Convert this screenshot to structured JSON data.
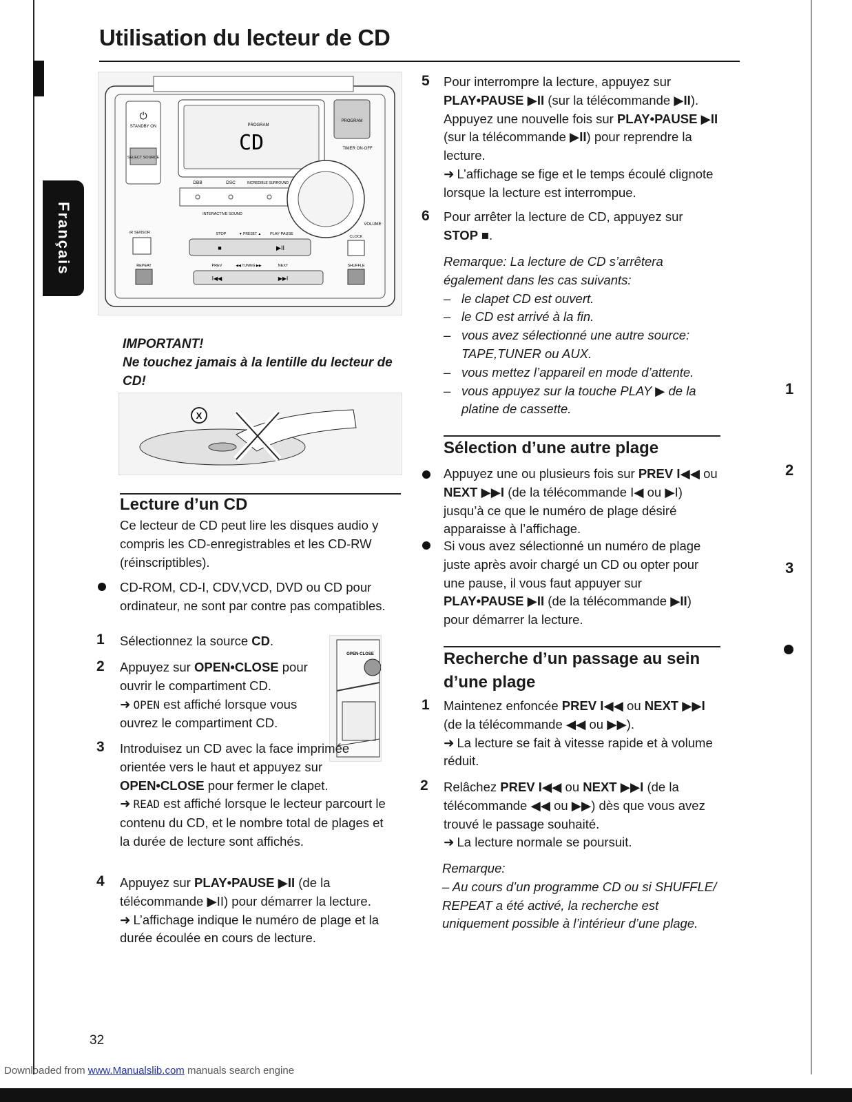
{
  "page": {
    "title": "Utilisation du lecteur de CD",
    "language_tab": "Français",
    "page_number": "32",
    "footer": {
      "prefix": "Downloaded from ",
      "link": "www.Manualslib.com",
      "suffix": " manuals search engine"
    }
  },
  "device_figure": {
    "labels": {
      "standby": "STANDBY ON",
      "select_source": "SELECT SOURCE",
      "program": "PROGRAM",
      "timer": "TIMER ON·OFF",
      "display_text": "CD",
      "dbb": "DBB",
      "dsc": "DSC",
      "incredible": "INCREDIBLE SURROUND",
      "interactive": "INTERACTIVE SOUND",
      "volume": "VOLUME",
      "ir_sensor": "iR SENSOR",
      "stop": "STOP",
      "preset": "▼ PRESET ▲",
      "play_pause": "PLAY·PAUSE",
      "clock": "CLOCK",
      "repeat": "REPEAT",
      "prev": "PREV",
      "tuning": "◀◀ TUNING ▶▶",
      "next": "NEXT",
      "shuffle": "SHUFFLE"
    }
  },
  "important": {
    "heading": "IMPORTANT!",
    "text": "Ne touchez jamais à la lentille du lecteur de CD!"
  },
  "open_close_label": "OPEN·CLOSE",
  "lecture": {
    "title": "Lecture d’un CD",
    "intro": "Ce lecteur de CD peut lire les disques audio y compris les CD-enregistrables et les CD-RW (réinscriptibles).",
    "bullet": "CD-ROM, CD-I, CDV,VCD, DVD ou CD pour ordinateur, ne sont par contre pas compatibles.",
    "steps": [
      {
        "num": "1",
        "pre": "Sélectionnez la source ",
        "bold": "CD",
        "post": "."
      },
      {
        "num": "2",
        "pre": "Appuyez sur ",
        "bold": "OPEN•CLOSE",
        "post": " pour ouvrir le compartiment CD.",
        "result_code": "OPEN",
        "result": " est affiché lorsque vous ouvrez le compartiment CD."
      },
      {
        "num": "3",
        "pre": "Introduisez un CD avec la face imprimée orientée vers le haut et appuyez sur ",
        "bold": "OPEN•CLOSE",
        "post": " pour fermer le clapet.",
        "result_code": "READ",
        "result": " est affiché lorsque le lecteur parcourt le contenu du CD, et le nombre total de plages et la durée de lecture sont affichés."
      },
      {
        "num": "4",
        "pre": "Appuyez sur ",
        "bold": "PLAY•PAUSE ▶II",
        "post": " (de la télécommande ▶II) pour démarrer la lecture.",
        "result": "L’affichage indique le numéro de plage et la durée écoulée en cours de lecture."
      }
    ]
  },
  "right_steps": [
    {
      "num": "5",
      "pre": "Pour interrompre la lecture, appuyez sur ",
      "bold1": "PLAY•PAUSE ▶II",
      "mid1": " (sur la télécommande ",
      "bold2": "▶II",
      "mid2": "). Appuyez une nouvelle fois sur ",
      "bold3": "PLAY•PAUSE ▶II",
      "mid3": " (sur la télécommande ",
      "bold4": "▶II",
      "post": ") pour reprendre la lecture.",
      "result": "L’affichage se fige et le temps écoulé clignote lorsque la lecture est interrompue."
    },
    {
      "num": "6",
      "pre": "Pour arrêter la lecture de CD, appuyez sur ",
      "bold": "STOP ■",
      "post": "."
    }
  ],
  "remarque1": {
    "intro": "Remarque: La lecture de CD s’arrêtera également dans les cas suivants:",
    "items": [
      "le clapet CD est ouvert.",
      "le CD est arrivé à la fin.",
      "vous avez sélectionné une autre source: TAPE,TUNER ou AUX.",
      "vous mettez l’appareil en mode d’attente.",
      "vous appuyez sur la touche PLAY ▶ de la platine de cassette."
    ]
  },
  "selection": {
    "title": "Sélection d’une autre plage",
    "b1": {
      "pre": "Appuyez une ou plusieurs fois sur ",
      "bold1": "PREV I◀◀",
      "mid": " ou ",
      "bold2": "NEXT ▶▶I",
      "post": " (de la télécommande I◀ ou ▶I) jusqu’à ce que le numéro de plage désiré apparaisse à l’affichage."
    },
    "b2": {
      "pre": "Si vous avez sélectionné un numéro de plage juste après avoir chargé un CD ou opter pour une pause, il vous faut appuyer sur ",
      "bold1": "PLAY•PAUSE ▶II",
      "mid": " (de la télécommande ",
      "bold2": "▶II",
      "post": ") pour démarrer la lecture."
    }
  },
  "recherche": {
    "title": "Recherche d’un passage au sein d’une plage",
    "s1": {
      "num": "1",
      "pre": "Maintenez enfoncée ",
      "bold1": "PREV I◀◀",
      "mid": " ou ",
      "bold2": "NEXT ▶▶I",
      "post": " (de la télécommande ◀◀ ou ▶▶).",
      "result": "La lecture se fait à vitesse rapide et à volume réduit."
    },
    "s2": {
      "num": "2",
      "pre": "Relâchez ",
      "bold1": "PREV I◀◀",
      "mid": " ou ",
      "bold2": "NEXT ▶▶I",
      "post": " (de la télécommande ◀◀ ou ▶▶) dès que vous avez trouvé le passage souhaité.",
      "result": "La lecture normale se poursuit."
    },
    "remarque_label": "Remarque:",
    "remarque_text": "Au cours d’un programme CD ou si SHUFFLE/ REPEAT a été activé, la recherche est uniquement possible à l’intérieur d’une plage."
  },
  "side_numbers": [
    "1",
    "2",
    "3"
  ]
}
